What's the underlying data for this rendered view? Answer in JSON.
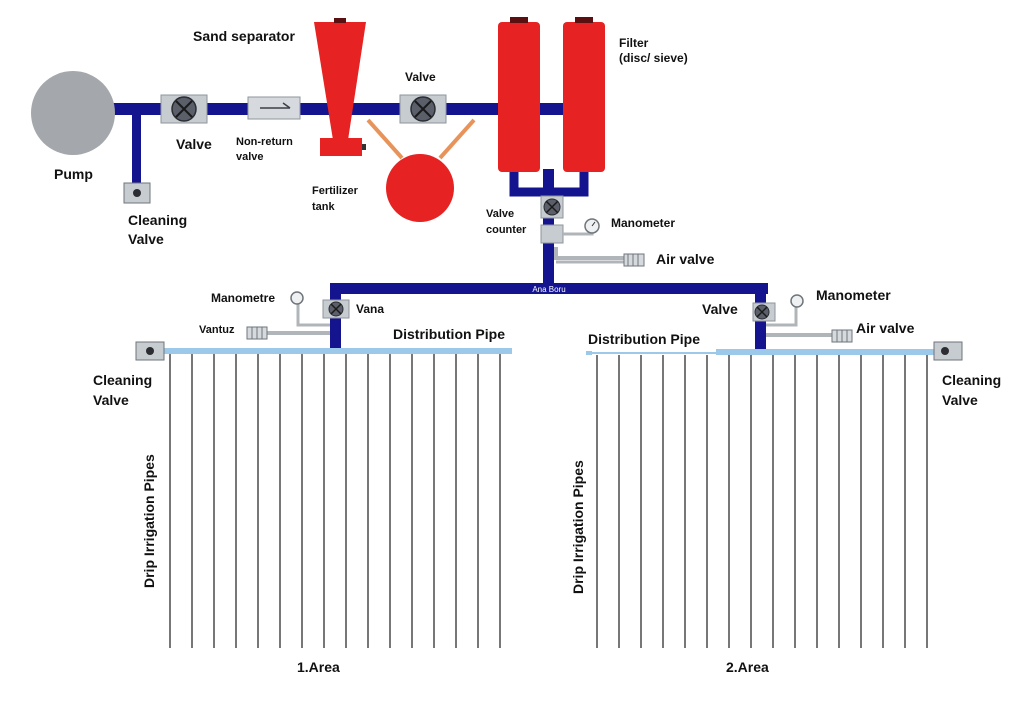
{
  "colors": {
    "pipe": "#14148f",
    "component_red": "#e62222",
    "pump_gray": "#a4a7ab",
    "valve_gray": "#c7ccd1",
    "distribution_pipe": "#9cc9ea",
    "fertilizer_hose": "#e8935a",
    "drip_line": "#555555"
  },
  "labels": {
    "sand_separator": "Sand separator",
    "filter": "Filter",
    "filter_type": "(disc/ sieve)",
    "valve_top": "Valve",
    "valve_main": "Valve",
    "non_return_1": "Non-return",
    "non_return_2": "valve",
    "pump": "Pump",
    "cleaning_valve_top_1": "Cleaning",
    "cleaning_valve_top_2": "Valve",
    "fertilizer_1": "Fertilizer",
    "fertilizer_2": "tank",
    "valve_counter_1": "Valve",
    "valve_counter_2": "counter",
    "manometer_top": "Manometer",
    "air_valve_top": "Air valve",
    "main_pipe": "Ana Boru",
    "manometre_left": "Manometre",
    "vana_left": "Vana",
    "vantuz_left": "Vantuz",
    "distribution_pipe_left": "Distribution Pipe",
    "cleaning_valve_left_1": "Cleaning",
    "cleaning_valve_left_2": "Valve",
    "valve_right": "Valve",
    "manometer_right": "Manometer",
    "air_valve_right": "Air valve",
    "distribution_pipe_right": "Distribution Pipe",
    "cleaning_valve_right_1": "Cleaning",
    "cleaning_valve_right_2": "Valve",
    "drip_pipes_left": "Drip Irrigation Pipes",
    "drip_pipes_right": "Drip Irrigation Pipes",
    "area_1": "1.Area",
    "area_2": "2.Area"
  }
}
